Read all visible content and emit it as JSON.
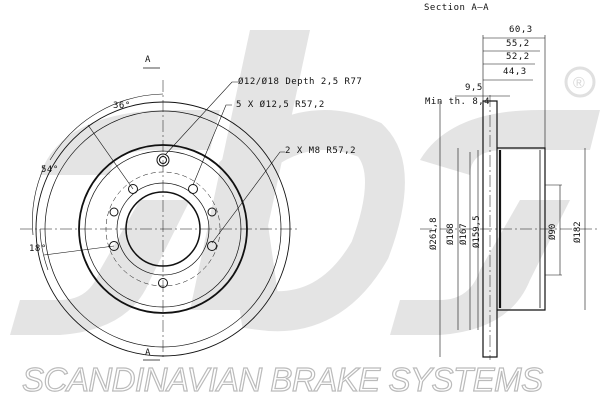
{
  "front_view": {
    "section_marker": "A",
    "angle_36": "36°",
    "angle_54": "54°",
    "angle_18": "18°",
    "callout_hole": "Ø12/Ø18 Depth 2,5   R77",
    "callout_bolts": "5 X Ø12,5   R57,2",
    "callout_threads": "2 X M8   R57,2"
  },
  "section_view": {
    "title": "Section A–A",
    "dims_horizontal": [
      "60,3",
      "55,2",
      "52,2",
      "44,3"
    ],
    "thickness": "9,5",
    "min_thickness": "Min th. 8,4",
    "dims_vertical": [
      "Ø261,8",
      "Ø168",
      "Ø167",
      "Ø159,5",
      "Ø90",
      "Ø182"
    ]
  },
  "brand": {
    "logo_text": "sbs",
    "registered": "®",
    "tagline": "SCANDINAVIAN BRAKE SYSTEMS"
  },
  "colors": {
    "line": "#111111",
    "watermark": "#e3e3e3"
  }
}
